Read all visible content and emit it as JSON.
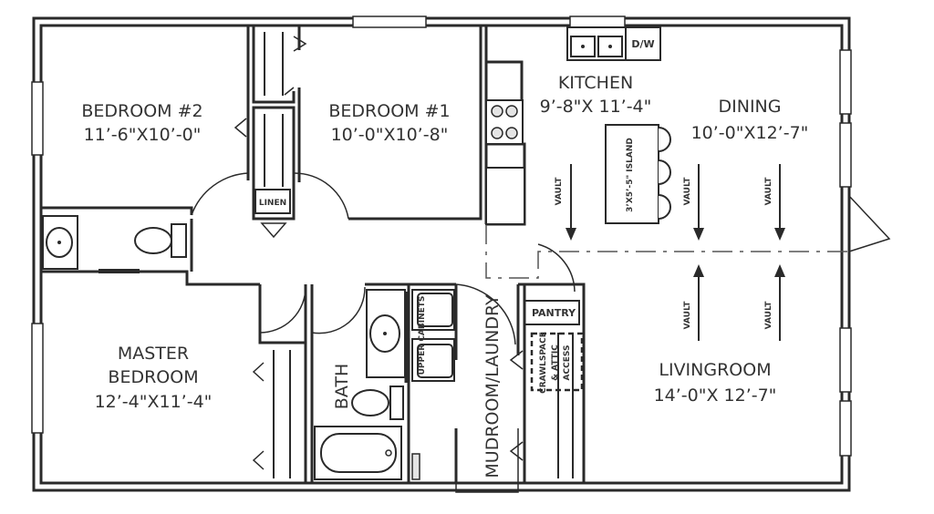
{
  "rooms": {
    "bedroom2": {
      "name": "BEDROOM #2",
      "dims": "11’-6\"X10’-0\""
    },
    "bedroom1": {
      "name": "BEDROOM #1",
      "dims": "10’-0\"X10’-8\""
    },
    "kitchen": {
      "name": "KITCHEN",
      "dims": "9’-8\"X 11’-4\""
    },
    "dining": {
      "name": "DINING",
      "dims": "10’-0\"X12’-7\""
    },
    "master": {
      "name_line1": "MASTER",
      "name_line2": "BEDROOM",
      "dims": "12’-4\"X11’-4\""
    },
    "livingroom": {
      "name": "LIVINGROOM",
      "dims": "14’-0\"X 12’-7\""
    },
    "bath": {
      "name": "BATH"
    },
    "mudroom": {
      "name": "MUDROOM/LAUNDRY"
    }
  },
  "labels": {
    "dw": "D/W",
    "linen": "LINEN",
    "pantry": "PANTRY",
    "island": "3’X5’-5\" ISLAND",
    "upper_cabinets": "UPPER CABINETS",
    "crawlspace_line1": "CRAWLSPACE",
    "crawlspace_line2": "& ATTIC",
    "crawlspace_line3": "ACCESS",
    "vault": "VAULT"
  }
}
